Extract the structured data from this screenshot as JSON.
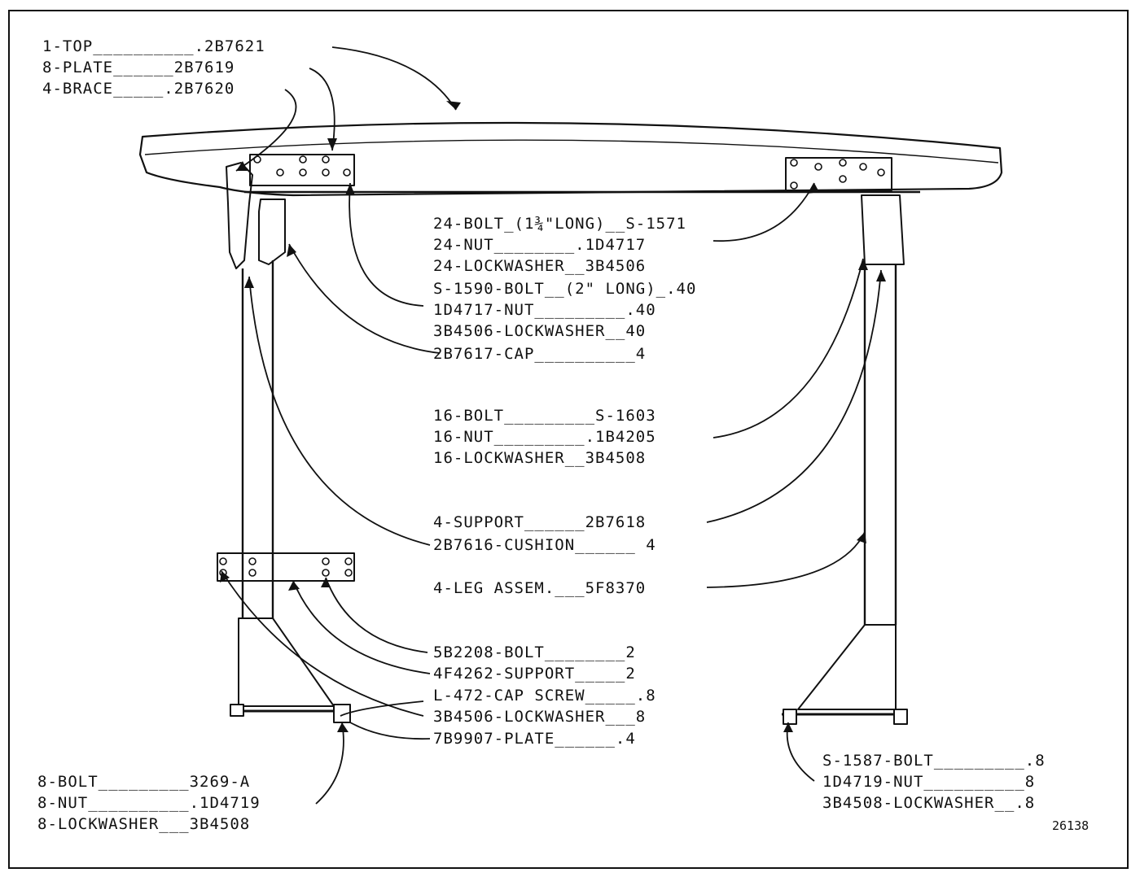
{
  "parts_list": {
    "top_group": [
      "1-TOP__________.2B7621",
      "8-PLATE______2B7619",
      "4-BRACE_____.2B7620"
    ],
    "bolt_group_a": [
      "24-BOLT_(1¾\"LONG)__S-1571",
      "24-NUT________.1D4717",
      "24-LOCKWASHER__3B4506"
    ],
    "bolt_group_b": [
      "S-1590-BOLT__(2\" LONG)_.40",
      "1D4717-NUT_________.40",
      "3B4506-LOCKWASHER__40"
    ],
    "cap": "2B7617-CAP__________4",
    "bolt_group_c": [
      "16-BOLT_________S-1603",
      "16-NUT_________.1B4205",
      "16-LOCKWASHER__3B4508"
    ],
    "support": "4-SUPPORT______2B7618",
    "cushion": "2B7616-CUSHION______ 4",
    "leg_assembly": "4-LEG ASSEM.___5F8370",
    "bolt_2": "5B2208-BOLT________2",
    "support_2": "4F4262-SUPPORT_____2",
    "cap_screw_group": [
      "L-472-CAP SCREW_____.8",
      "3B4506-LOCKWASHER___8"
    ],
    "plate": "7B9907-PLATE______.4",
    "bolt_group_left": [
      "8-BOLT_________3269-A",
      "8-NUT__________.1D4719",
      "8-LOCKWASHER___3B4508"
    ],
    "bolt_group_right": [
      "S-1587-BOLT_________.8",
      "1D4719-NUT__________8",
      "3B4508-LOCKWASHER__.8"
    ]
  },
  "figure_number": "26138"
}
